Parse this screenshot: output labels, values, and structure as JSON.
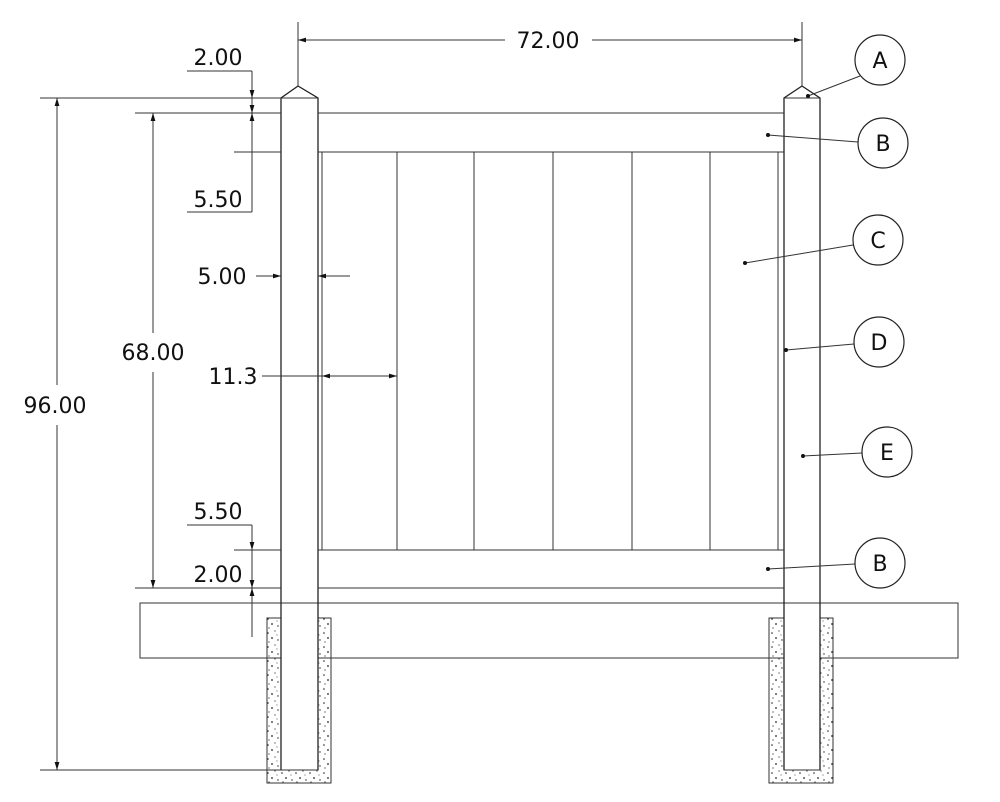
{
  "dimensions": {
    "width": "72.00",
    "total_height": "96.00",
    "panel_height": "68.00",
    "top_gap": "2.00",
    "top_rail": "5.50",
    "post_width": "5.00",
    "picket_width": "11.3",
    "bottom_rail": "5.50",
    "bottom_gap": "2.00"
  },
  "callouts": {
    "a": "A",
    "b_top": "B",
    "c": "C",
    "d": "D",
    "e": "E",
    "b_bottom": "B"
  },
  "colors": {
    "line": "#222222",
    "background": "#ffffff"
  }
}
